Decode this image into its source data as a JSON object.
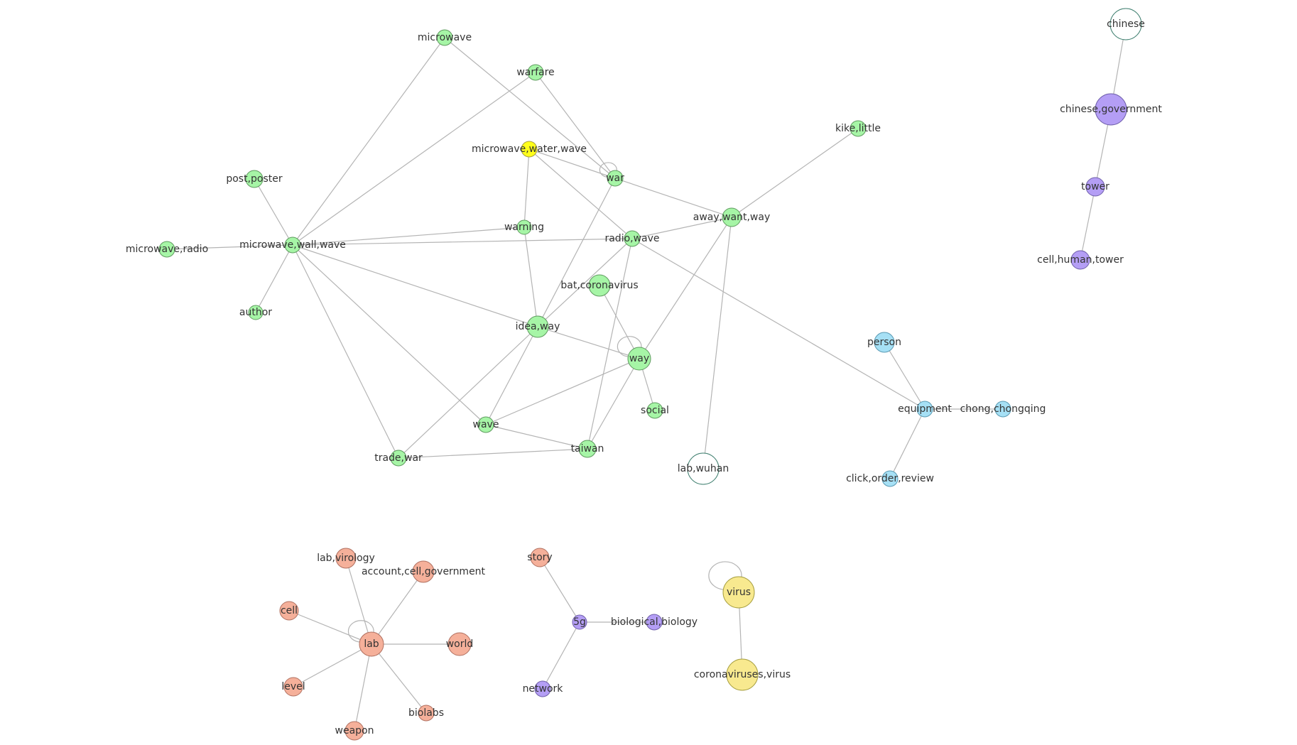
{
  "colors": {
    "green": "#a6f5a6",
    "yellow": "#ffff1a",
    "purple": "#b49ef5",
    "blue": "#a6e0f5",
    "salmon": "#f5b09a",
    "lightyellow": "#f8e98f",
    "white": "#ffffff",
    "stroke_green": "#5f9b5f",
    "stroke_purple": "#6f5faa",
    "stroke_blue": "#5a9ab3",
    "stroke_salmon": "#b07060",
    "stroke_yellow": "#a79f40",
    "stroke_teal": "#3c7d6d",
    "edge": "#b4b4b4"
  },
  "nodes": [
    {
      "id": "microwave",
      "label": "microwave",
      "color": "green"
    },
    {
      "id": "warfare",
      "label": "warfare",
      "color": "green"
    },
    {
      "id": "mww",
      "label": "microwave,water,wave",
      "color": "yellow"
    },
    {
      "id": "war",
      "label": "war",
      "color": "green"
    },
    {
      "id": "kike",
      "label": "kike,little",
      "color": "green"
    },
    {
      "id": "postposter",
      "label": "post,poster",
      "color": "green"
    },
    {
      "id": "microradio",
      "label": "microwave,radio",
      "color": "green"
    },
    {
      "id": "mwallw",
      "label": "microwave,wall,wave",
      "color": "green"
    },
    {
      "id": "warning",
      "label": "warning",
      "color": "green"
    },
    {
      "id": "radiowave",
      "label": "radio,wave",
      "color": "green"
    },
    {
      "id": "awaywant",
      "label": "away,want,way",
      "color": "green"
    },
    {
      "id": "author",
      "label": "author",
      "color": "green"
    },
    {
      "id": "batcorona",
      "label": "bat,coronavirus",
      "color": "green"
    },
    {
      "id": "ideaway",
      "label": "idea,way",
      "color": "green"
    },
    {
      "id": "way",
      "label": "way",
      "color": "green"
    },
    {
      "id": "social",
      "label": "social",
      "color": "green"
    },
    {
      "id": "wave",
      "label": "wave",
      "color": "green"
    },
    {
      "id": "taiwan",
      "label": "taiwan",
      "color": "green"
    },
    {
      "id": "tradewar",
      "label": "trade,war",
      "color": "green"
    },
    {
      "id": "labwuhan",
      "label": "lab,wuhan",
      "color": "white"
    },
    {
      "id": "chinese",
      "label": "chinese",
      "color": "white"
    },
    {
      "id": "chinesegov",
      "label": "chinese,government",
      "color": "purple"
    },
    {
      "id": "tower",
      "label": "tower",
      "color": "purple"
    },
    {
      "id": "cellhuman",
      "label": "cell,human,tower",
      "color": "purple"
    },
    {
      "id": "person",
      "label": "person",
      "color": "blue"
    },
    {
      "id": "equipment",
      "label": "equipment",
      "color": "blue"
    },
    {
      "id": "chong",
      "label": "chong,chongqing",
      "color": "blue"
    },
    {
      "id": "clickorder",
      "label": "click,order,review",
      "color": "blue"
    },
    {
      "id": "labviro",
      "label": "lab,virology",
      "color": "salmon"
    },
    {
      "id": "accountcell",
      "label": "account,cell,government",
      "color": "salmon"
    },
    {
      "id": "cell",
      "label": "cell",
      "color": "salmon"
    },
    {
      "id": "lab",
      "label": "lab",
      "color": "salmon"
    },
    {
      "id": "world",
      "label": "world",
      "color": "salmon"
    },
    {
      "id": "level",
      "label": "level",
      "color": "salmon"
    },
    {
      "id": "biolabs",
      "label": "biolabs",
      "color": "salmon"
    },
    {
      "id": "weapon",
      "label": "weapon",
      "color": "salmon"
    },
    {
      "id": "story",
      "label": "story",
      "color": "salmon"
    },
    {
      "id": "fiveg",
      "label": "5g",
      "color": "purple"
    },
    {
      "id": "biological",
      "label": "biological,biology",
      "color": "purple"
    },
    {
      "id": "network",
      "label": "network",
      "color": "purple"
    },
    {
      "id": "virus",
      "label": "virus",
      "color": "lightyellow"
    },
    {
      "id": "coronaviruses",
      "label": "coronaviruses,virus",
      "color": "lightyellow"
    }
  ],
  "edges": [
    [
      "microwave",
      "mwallw"
    ],
    [
      "microwave",
      "war"
    ],
    [
      "warfare",
      "mwallw"
    ],
    [
      "warfare",
      "war"
    ],
    [
      "mww",
      "war"
    ],
    [
      "mww",
      "warning"
    ],
    [
      "mww",
      "radiowave"
    ],
    [
      "war",
      "awaywant"
    ],
    [
      "war",
      "ideaway"
    ],
    [
      "kike",
      "awaywant"
    ],
    [
      "postposter",
      "mwallw"
    ],
    [
      "microradio",
      "mwallw"
    ],
    [
      "author",
      "mwallw"
    ],
    [
      "mwallw",
      "warning"
    ],
    [
      "mwallw",
      "radiowave"
    ],
    [
      "mwallw",
      "ideaway"
    ],
    [
      "mwallw",
      "wave"
    ],
    [
      "mwallw",
      "tradewar"
    ],
    [
      "warning",
      "ideaway"
    ],
    [
      "radiowave",
      "awaywant"
    ],
    [
      "radiowave",
      "ideaway"
    ],
    [
      "radiowave",
      "taiwan"
    ],
    [
      "radiowave",
      "equipment"
    ],
    [
      "awaywant",
      "way"
    ],
    [
      "awaywant",
      "labwuhan"
    ],
    [
      "batcorona",
      "way"
    ],
    [
      "ideaway",
      "way"
    ],
    [
      "ideaway",
      "wave"
    ],
    [
      "ideaway",
      "tradewar"
    ],
    [
      "way",
      "social"
    ],
    [
      "way",
      "wave"
    ],
    [
      "way",
      "taiwan"
    ],
    [
      "wave",
      "taiwan"
    ],
    [
      "taiwan",
      "tradewar"
    ],
    [
      "chinese",
      "chinesegov"
    ],
    [
      "chinesegov",
      "tower"
    ],
    [
      "tower",
      "cellhuman"
    ],
    [
      "person",
      "equipment"
    ],
    [
      "equipment",
      "chong"
    ],
    [
      "equipment",
      "clickorder"
    ],
    [
      "labviro",
      "lab"
    ],
    [
      "accountcell",
      "lab"
    ],
    [
      "cell",
      "lab"
    ],
    [
      "lab",
      "world"
    ],
    [
      "lab",
      "level"
    ],
    [
      "lab",
      "biolabs"
    ],
    [
      "lab",
      "weapon"
    ],
    [
      "story",
      "fiveg"
    ],
    [
      "fiveg",
      "biological"
    ],
    [
      "fiveg",
      "network"
    ],
    [
      "virus",
      "coronaviruses"
    ]
  ],
  "self_loops": [
    "war",
    "way",
    "lab",
    "virus"
  ]
}
